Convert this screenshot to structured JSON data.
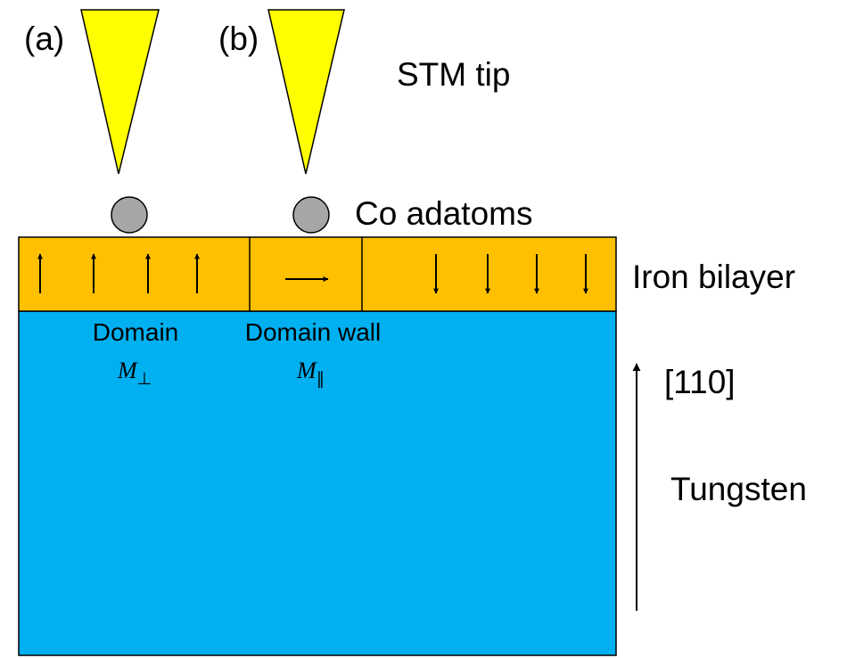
{
  "panel_labels": {
    "a": "(a)",
    "b": "(b)"
  },
  "labels": {
    "stm_tip": "STM tip",
    "co_adatoms": "Co adatoms",
    "iron_bilayer": "Iron bilayer",
    "direction": "[110]",
    "tungsten": "Tungsten",
    "domain": "Domain",
    "domain_wall": "Domain wall",
    "m_symbol": "M",
    "m_perp_sub": "⊥",
    "m_par_sub": "∥"
  },
  "icons": {
    "tip": "stm-tip-icon",
    "adatom": "co-adatom-icon",
    "spin_up": "spin-up-arrow-icon",
    "spin_right": "spin-right-arrow-icon",
    "spin_down": "spin-down-arrow-icon",
    "axis_arrow": "direction-arrow-icon"
  },
  "colors": {
    "tip": "#FFFF00",
    "adatom": "#A6A6A6",
    "iron_bilayer": "#FFC000",
    "tungsten": "#00B0F0",
    "outline": "#000000"
  }
}
